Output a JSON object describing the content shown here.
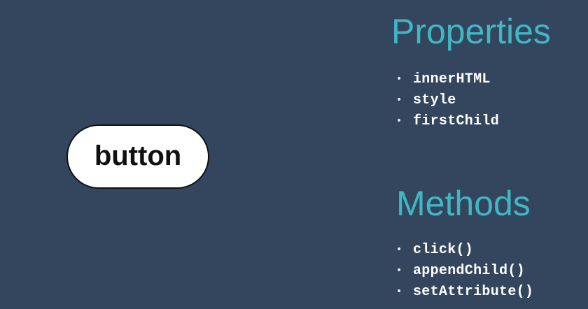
{
  "slide": {
    "node_label": "button",
    "properties": {
      "title": "Properties",
      "items": [
        "innerHTML",
        "style",
        "firstChild"
      ]
    },
    "methods": {
      "title": "Methods",
      "items": [
        "click()",
        "appendChild()",
        "setAttribute()"
      ]
    }
  },
  "colors": {
    "background": "#34455e",
    "accent": "#3fb8c4",
    "pill_fill": "#ffffff",
    "pill_border": "#111111",
    "text": "#ffffff"
  },
  "icons": {
    "bullet": "bullet-dot-icon"
  }
}
